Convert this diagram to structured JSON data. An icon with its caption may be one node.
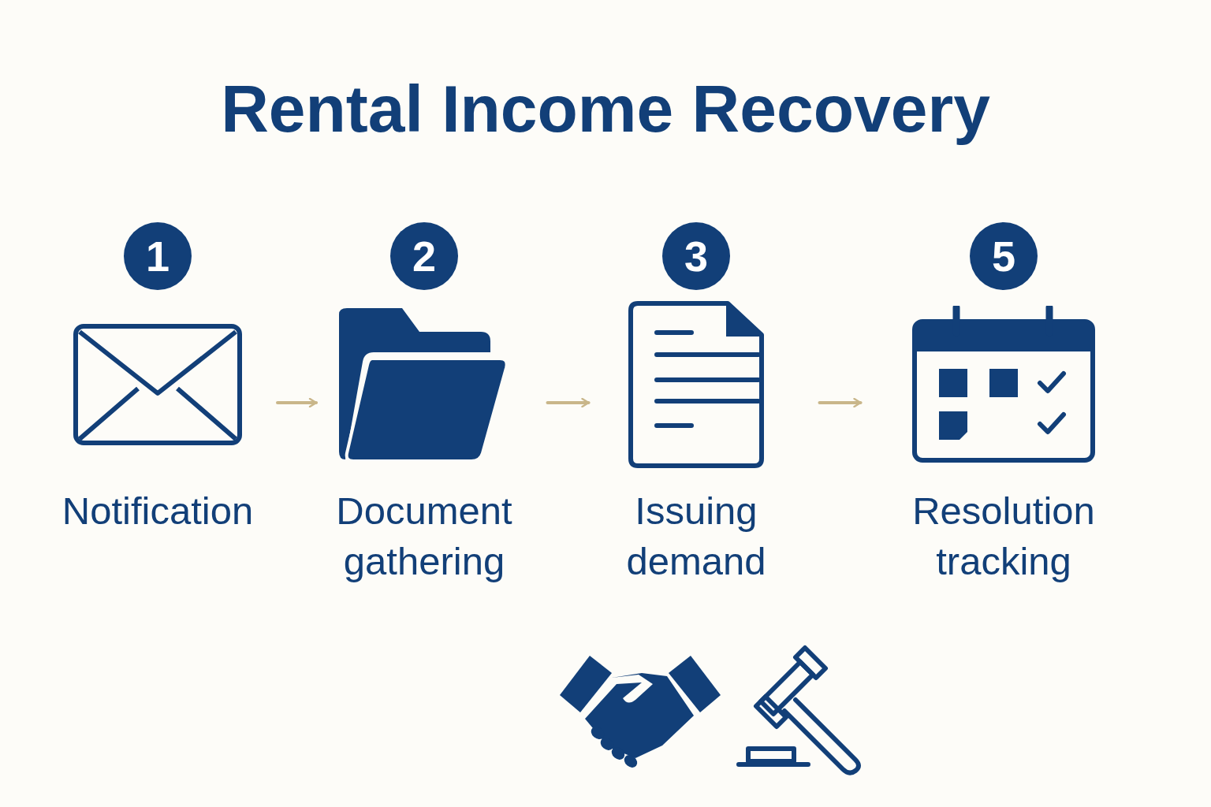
{
  "diagram": {
    "title": "Rental Income Recovery",
    "nodes": [
      {
        "text": [
          "1",
          "Notification"
        ]
      },
      {
        "text": [
          "2",
          "Document gathering"
        ]
      },
      {
        "text": [
          "3",
          "Issuing demand"
        ]
      },
      {
        "text": [
          "5",
          "Resolution tracking"
        ]
      }
    ],
    "edges": [
      {
        "from": 0,
        "to": 1,
        "arrow": "to"
      },
      {
        "from": 1,
        "to": 2,
        "arrow": "to"
      },
      {
        "from": 2,
        "to": 3,
        "arrow": "to"
      }
    ]
  }
}
